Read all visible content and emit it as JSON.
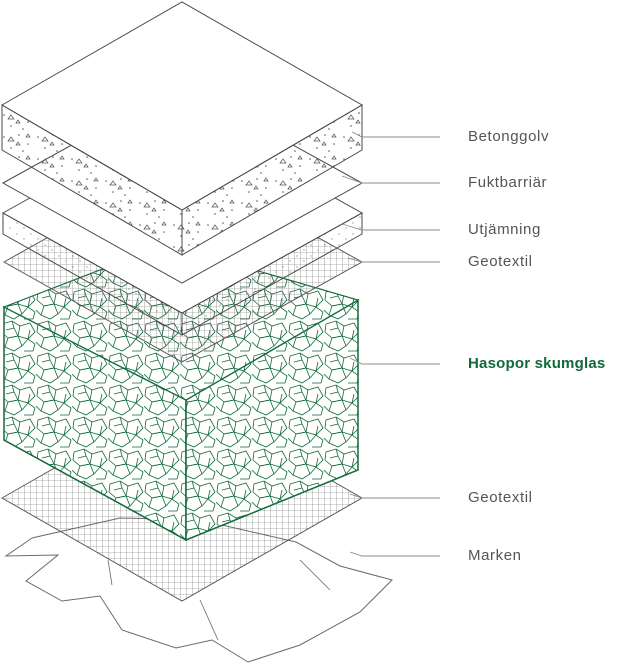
{
  "labels": {
    "betonggolv": "Betonggolv",
    "fuktbarriar": "Fuktbarriär",
    "utjamning": "Utjämning",
    "geotextil_top": "Geotextil",
    "skumglas": "Hasopor skumglas",
    "geotextil_bottom": "Geotextil",
    "marken": "Marken"
  },
  "colors": {
    "line": "#8c8c8c",
    "outline": "#4a4a4a",
    "accent": "#12693a",
    "text": "#555555"
  }
}
